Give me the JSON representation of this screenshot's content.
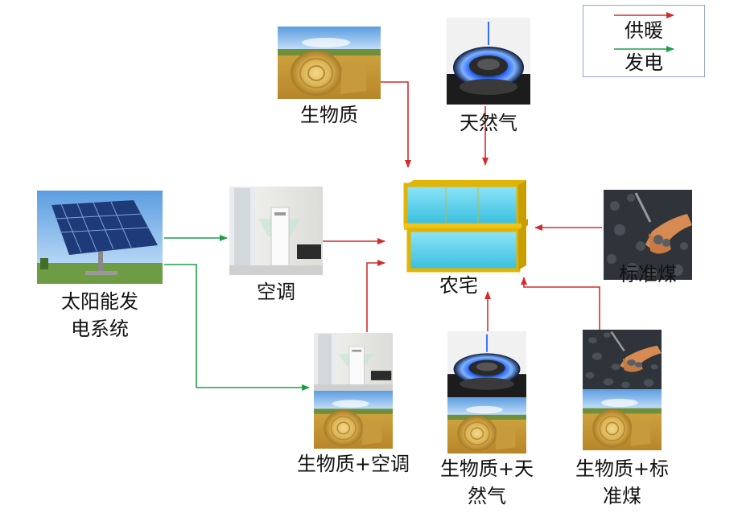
{
  "legend": {
    "heating": "供暖",
    "power": "发电"
  },
  "colors": {
    "heating": "#d62b2b",
    "power": "#1f9e4a"
  },
  "nodes": {
    "biomass": "生物质",
    "natural_gas": "天然气",
    "solar": "太阳能发电系统",
    "solar_line1": "太阳能发",
    "solar_line2": "电系统",
    "ac": "空调",
    "house": "农宅",
    "coal": "标准煤",
    "biomass_ac": "生物质+空调",
    "biomass_gas_line1": "生物质+天",
    "biomass_gas_line2": "然气",
    "biomass_coal_line1": "生物质+标",
    "biomass_coal_line2": "准煤"
  },
  "icons": {
    "biomass": "hay-bale-icon",
    "natural_gas": "gas-burner-icon",
    "solar": "solar-panel-icon",
    "ac": "air-conditioner-icon",
    "house": "house-icon",
    "coal": "coal-icon"
  }
}
